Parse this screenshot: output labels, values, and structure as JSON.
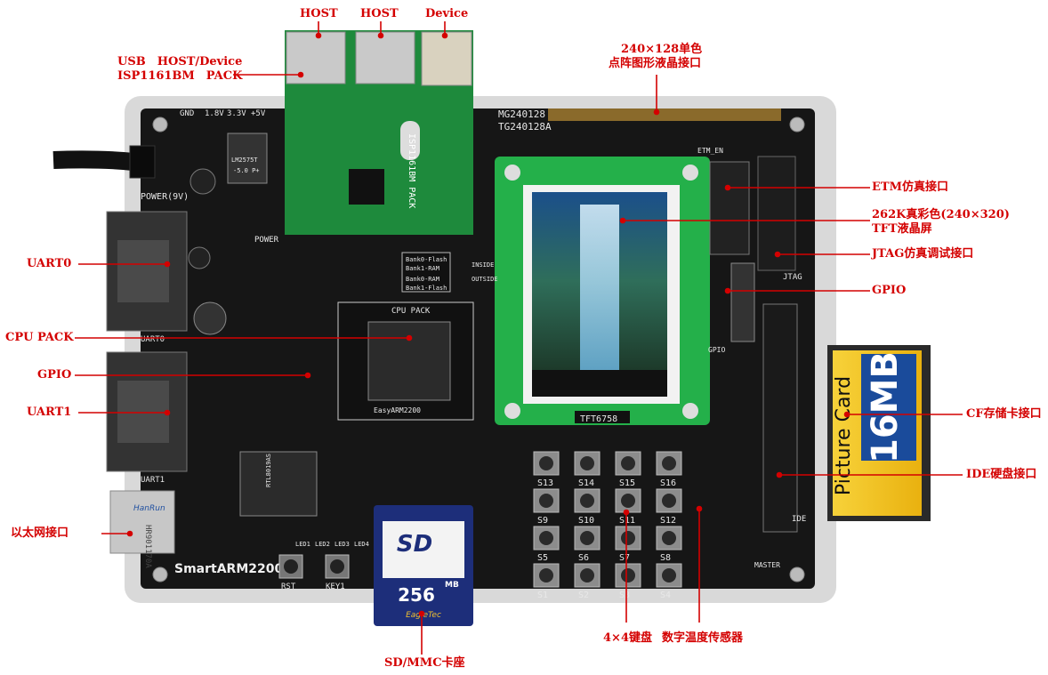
{
  "labels": {
    "host1": "HOST",
    "host2": "HOST",
    "device": "Device",
    "usb_line1": "USB　HOST/Device",
    "usb_line2": "ISP1161BM　PACK",
    "lcd_line1": "240×128单色",
    "lcd_line2": "点阵图形液晶接口",
    "etm": "ETM仿真接口",
    "tft_line1": "262K真彩色(240×320)",
    "tft_line2": "TFT液晶屏",
    "jtag": "JTAG仿真调试接口",
    "gpio_right": "GPIO",
    "uart0": "UART0",
    "cpu_pack": "CPU PACK",
    "gpio_left": "GPIO",
    "uart1": "UART1",
    "cf": "CF存储卡接口",
    "ide": "IDE硬盘接口",
    "ethernet": "以太网接口",
    "keypad": "4×4键盘",
    "temp_sensor": "数字温度传感器",
    "sdmmc": "SD/MMC卡座"
  },
  "board": {
    "name": "SmartARM2200",
    "mg_label": "MG240128",
    "tg_label": "TG240128A",
    "etm_en": "ETM_EN",
    "tft_model": "TFT6758",
    "cpu_pack_silk": "CPU PACK",
    "cpu_chip": "EasyARM2200",
    "isp_pack": "ISP1161BM PACK",
    "power_silk": "POWER(9V)",
    "power_led": "POWER",
    "uart0_silk": "UART0",
    "uart1_silk": "UART1",
    "reg_chip": "LM2575T -5.0 P+",
    "eth_chip": "RTL8019AS",
    "hanrun": "HanRun",
    "hanrun_model": "HR901170A",
    "rst": "RST",
    "key1": "KEY1",
    "jtag_silk": "JTAG",
    "gpio_silk": "GPIO",
    "ide_silk": "IDE",
    "master": "MASTER",
    "inside": "INSIDE",
    "outside": "OUTSIDE",
    "bank_rows": [
      "Bank0-Flash",
      "Bank1-RAM",
      "Bank0-RAM",
      "Bank1-Flash"
    ],
    "header_top": [
      "GND",
      "1.8V",
      "3.3V",
      "+5V"
    ],
    "cf_text": "Picture Card",
    "cf_size": "16MB",
    "sd_size": "256",
    "sd_unit": "MB",
    "sd_brand": "EagleTec",
    "keys": [
      "S13",
      "S14",
      "S15",
      "S16",
      "S9",
      "S10",
      "S11",
      "S12",
      "S5",
      "S6",
      "S7",
      "S8",
      "S1",
      "S2",
      "S3",
      "S4"
    ],
    "leds": [
      "LED1",
      "LED2",
      "LED3",
      "LED4"
    ]
  }
}
